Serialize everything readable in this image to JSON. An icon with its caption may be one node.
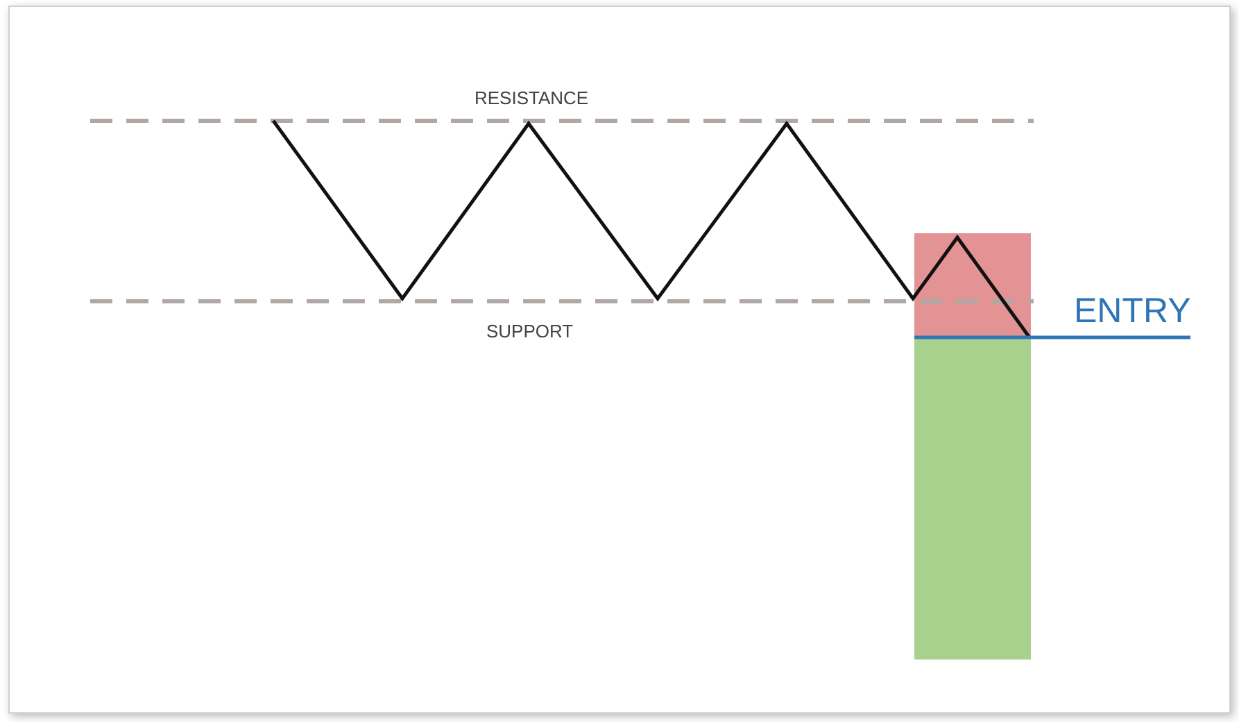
{
  "diagram": {
    "labels": [
      "RESISTANCE",
      "SUPPORT",
      "ENTRY"
    ]
  }
}
